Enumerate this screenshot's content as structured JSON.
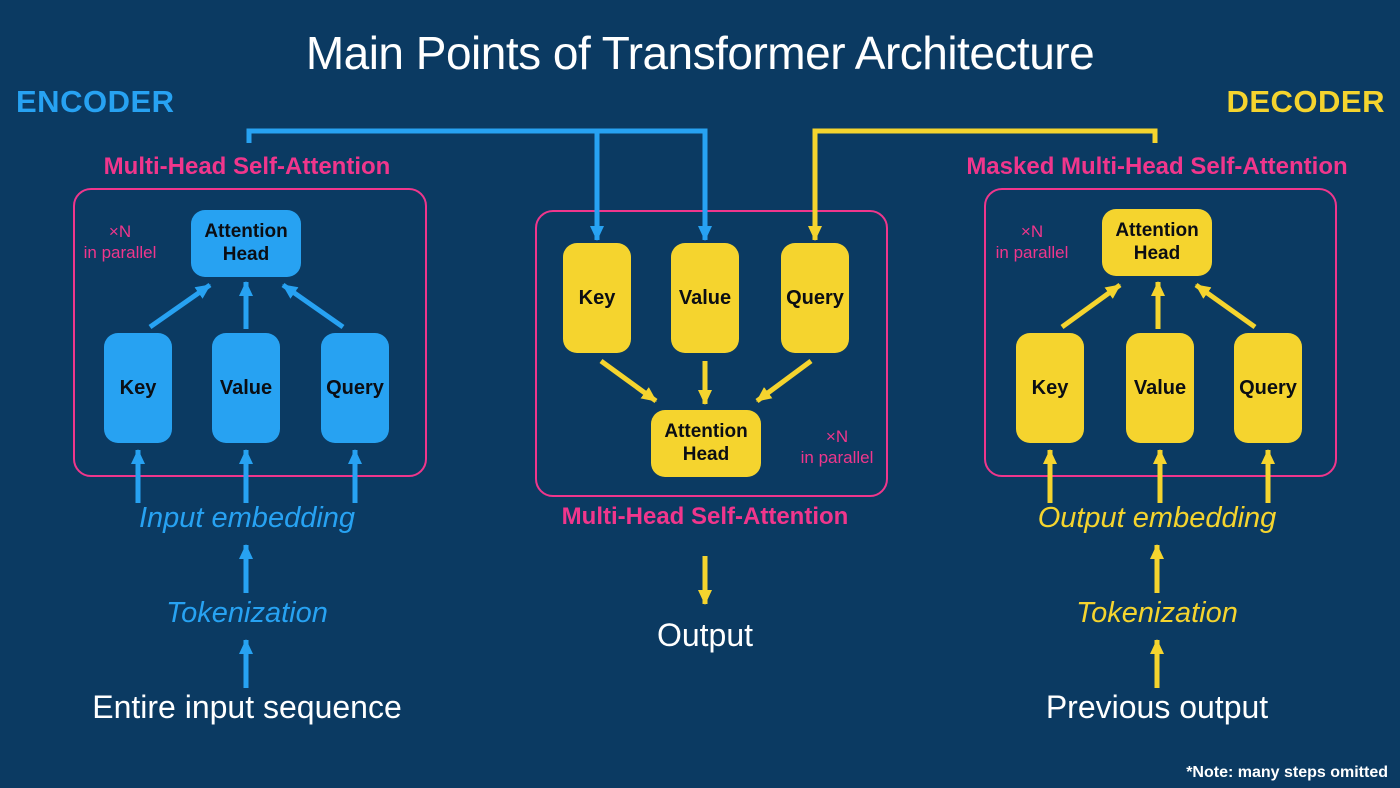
{
  "title": "Main Points of Transformer Architecture",
  "footnote": "*Note: many steps omitted",
  "colors": {
    "background": "#0b3a62",
    "blue": "#27a2f2",
    "yellow": "#f5d42e",
    "pink": "#f0368c",
    "text_light": "#ffffff",
    "box_text": "#0b0e14"
  },
  "encoder": {
    "section_label": "ENCODER",
    "block_title": "Multi-Head Self-Attention",
    "multiplicity_line1": "×N",
    "multiplicity_line2": "in parallel",
    "attention_head_label": "Attention Head",
    "inputs": [
      "Key",
      "Value",
      "Query"
    ],
    "pipeline": {
      "embedding": "Input embedding",
      "tokenization": "Tokenization",
      "source": "Entire input sequence"
    }
  },
  "cross_attention": {
    "block_title": "Multi-Head Self-Attention",
    "multiplicity_line1": "×N",
    "multiplicity_line2": "in parallel",
    "attention_head_label": "Attention Head",
    "inputs": [
      "Key",
      "Value",
      "Query"
    ],
    "output_label": "Output"
  },
  "decoder": {
    "section_label": "DECODER",
    "block_title": "Masked Multi-Head Self-Attention",
    "multiplicity_line1": "×N",
    "multiplicity_line2": "in parallel",
    "attention_head_label": "Attention Head",
    "inputs": [
      "Key",
      "Value",
      "Query"
    ],
    "pipeline": {
      "embedding": "Output embedding",
      "tokenization": "Tokenization",
      "source": "Previous output"
    }
  }
}
